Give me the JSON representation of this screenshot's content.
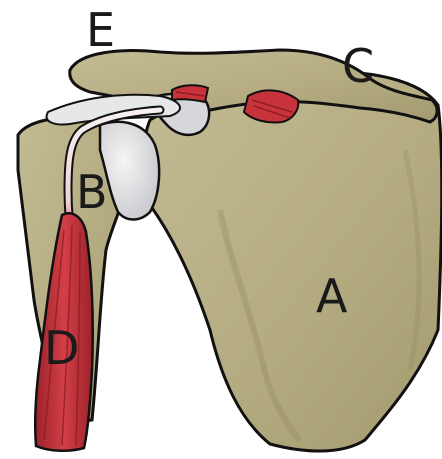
{
  "diagram": {
    "labels": {
      "A": "A",
      "B": "B",
      "C": "C",
      "D": "D",
      "E": "E"
    },
    "colors": {
      "bone": "#b7ae84",
      "bone_shadow": "#8f8764",
      "outline": "#111111",
      "cartilage": "#e6e7e9",
      "muscle": "#c8323a",
      "muscle_dark": "#8e1d24",
      "tendon": "#f4eef0"
    }
  }
}
